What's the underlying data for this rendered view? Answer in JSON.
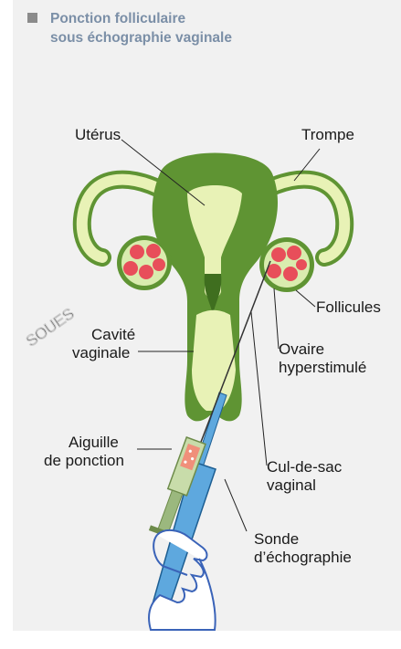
{
  "title": {
    "line1": "Ponction folliculaire",
    "line2": "sous échographie vaginale"
  },
  "labels": {
    "uterus": "Utérus",
    "trompe": "Trompe",
    "follicules": "Follicules",
    "cavite_line1": "Cavité",
    "cavite_line2": "vaginale",
    "ovaire_line1": "Ovaire",
    "ovaire_line2": "hyperstimulé",
    "aiguille_line1": "Aiguille",
    "aiguille_line2": "de ponction",
    "culdesac_line1": "Cul-de-sac",
    "culdesac_line2": "vaginal",
    "sonde_line1": "Sonde",
    "sonde_line2": "d’échographie"
  },
  "colors": {
    "panel": "#f1f1f1",
    "title": "#7b8fa7",
    "uterus_dark": "#5f9433",
    "uterus_light": "#e8f2b6",
    "ovary_fill": "#d9ecae",
    "follicle": "#e84e5a",
    "probe": "#5ea8de",
    "syringe": "#9bb87e",
    "hand_outline": "#3a63b8"
  },
  "watermark": "SOUES"
}
